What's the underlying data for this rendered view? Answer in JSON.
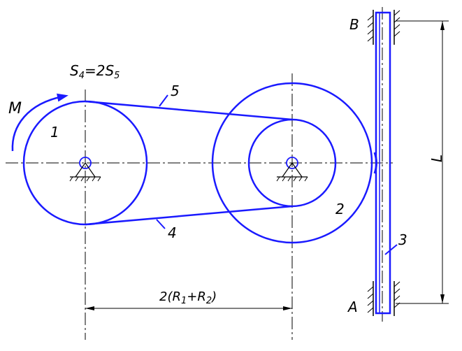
{
  "colors": {
    "mechanism": "#1a1aff",
    "drafting": "#000000",
    "background": "#ffffff"
  },
  "labels": {
    "moment": "M",
    "relation": {
      "lhs": "S",
      "lhs_sub": "4",
      "mid": "=2S",
      "rhs_sub": "5"
    },
    "pulley_1": "1",
    "pulley_2": "2",
    "rod_3": "3",
    "belt_4": "4",
    "belt_5": "5",
    "support_a": "A",
    "support_b": "B",
    "length": "L",
    "distance": {
      "prefix": "2(R",
      "sub1": "1",
      "plus": "+R",
      "sub2": "2",
      "suffix": ")"
    }
  }
}
